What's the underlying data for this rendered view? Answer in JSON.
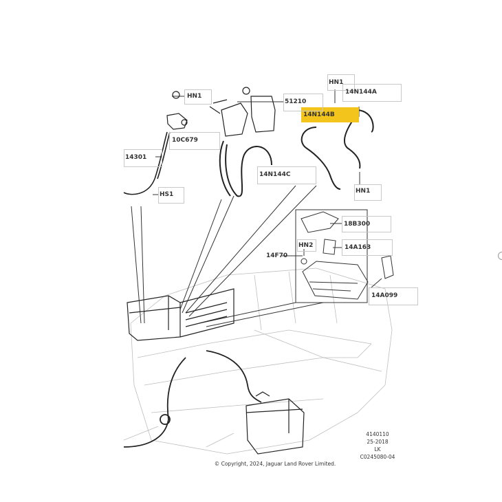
{
  "callouts": {
    "hn1_left": "HN1",
    "c10c679": "10C679",
    "c14301": "14301",
    "hs1": "HS1",
    "c51210": "51210",
    "c14n144c": "14N144C",
    "hn1_top": "HN1",
    "c14n144a": "14N144A",
    "c14n144b": "14N144B",
    "hn1_right": "HN1",
    "c18b300": "18B300",
    "hn2": "HN2",
    "c14a163": "14A163",
    "c14f70": "14F70",
    "c14a099": "14A099"
  },
  "meta": {
    "line1": "4140110",
    "line2": "25-2018",
    "line3": "LK",
    "line4": "C0245080-04"
  },
  "copyright": "© Copyright, 2024, Jaguar Land Rover Limited.",
  "colors": {
    "highlight": "#f2c41c",
    "ink": "#333333",
    "faint": "#c8c8c8"
  }
}
